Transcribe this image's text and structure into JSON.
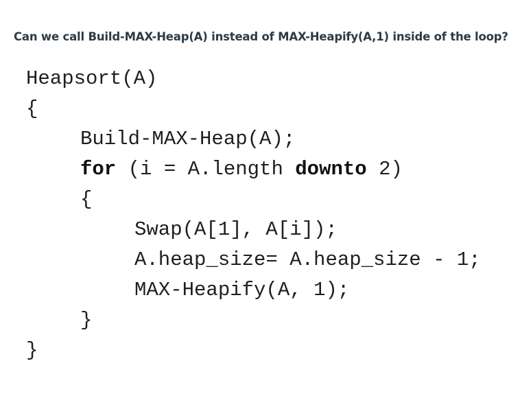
{
  "question": "Can we call Build-MAX-Heap(A) instead of MAX-Heapify(A,1) inside of the loop?",
  "code": {
    "signature": "Heapsort(A)",
    "open_brace": "{",
    "build_call": "Build-MAX-Heap(A);",
    "for_keyword": "for",
    "for_init": " (i = A.length ",
    "downto_keyword": "downto",
    "for_end": " 2)",
    "loop_open_brace": "{",
    "swap_call": "Swap(A[1], A[i]);",
    "heap_size_line": "A.heap_size= A.heap_size - 1;",
    "heapify_call": "MAX-Heapify(A, 1);",
    "loop_close_brace": "}",
    "close_brace": "}"
  }
}
